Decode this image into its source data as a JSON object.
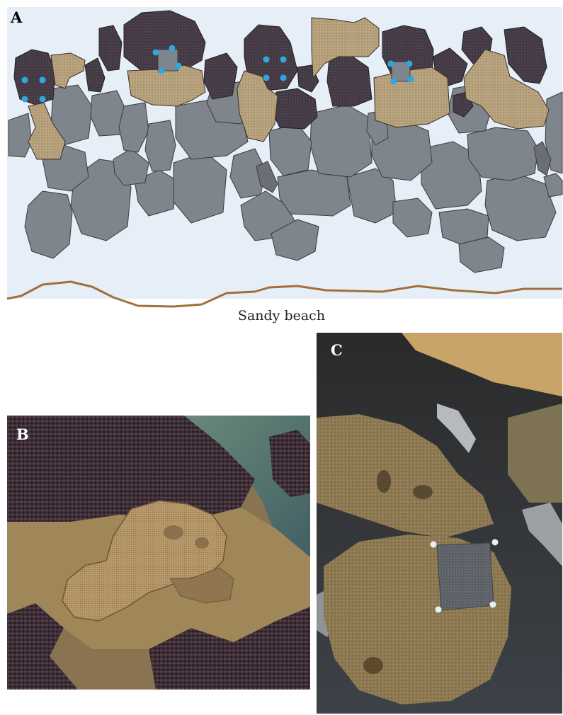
{
  "panels": {
    "a": {
      "letter": "A",
      "beach_label": "Sandy beach"
    },
    "b": {
      "letter": "B"
    },
    "c": {
      "letter": "C"
    }
  },
  "colors": {
    "background": "#e6eef7",
    "boulder": "#7e858c",
    "boulder_dark": "#6b6f73",
    "mussel_rock": "#3d333d",
    "sandstone": "#b59f7b",
    "marker": "#2ea8df",
    "shoreline": "#a0703c"
  }
}
